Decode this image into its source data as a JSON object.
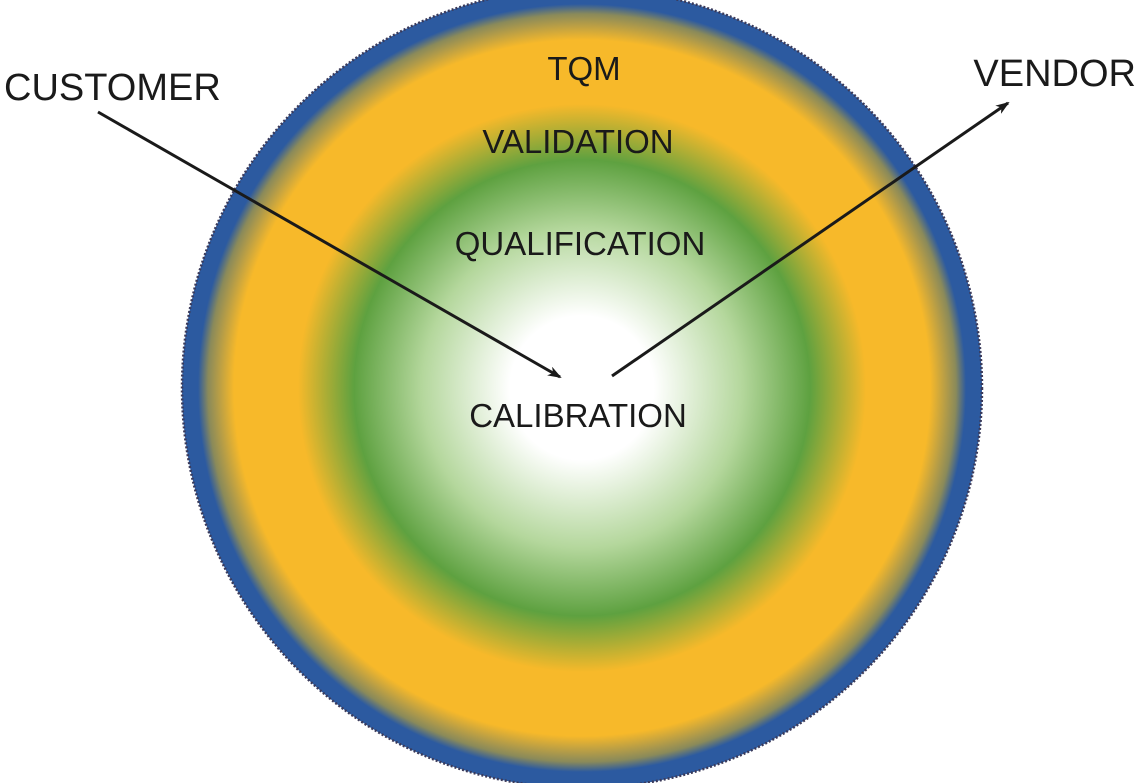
{
  "diagram": {
    "layers": [
      {
        "label": "TQM",
        "color": "#f7b92a"
      },
      {
        "label": "VALIDATION",
        "color": "#f7b92a"
      },
      {
        "label": "QUALIFICATION",
        "color": "#5ea140"
      },
      {
        "label": "CALIBRATION",
        "color": "#ffffff"
      }
    ],
    "outer_ring_color": "#2c5aa0",
    "customer_label": "CUSTOMER",
    "vendor_label": "VENDOR",
    "arrow_color": "#1a1a1a"
  }
}
